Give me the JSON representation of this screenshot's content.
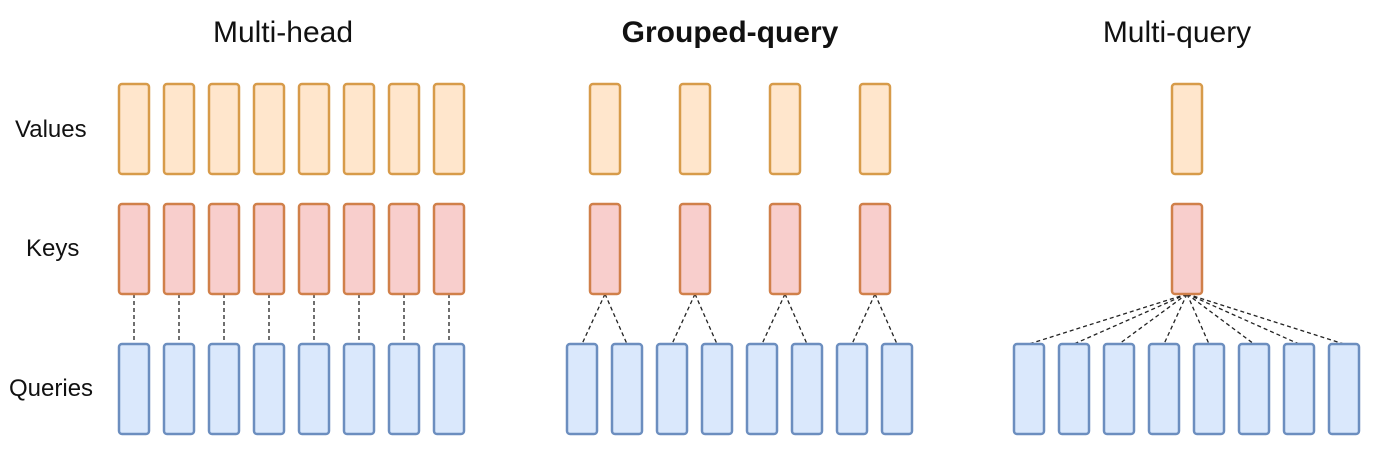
{
  "panels": [
    {
      "id": "multi-head",
      "title": "Multi-head",
      "emphasized": false,
      "value_heads": 8,
      "key_heads": 8,
      "query_heads": 8
    },
    {
      "id": "grouped-query",
      "title": "Grouped-query",
      "emphasized": true,
      "value_heads": 4,
      "key_heads": 4,
      "query_heads": 8
    },
    {
      "id": "multi-query",
      "title": "Multi-query",
      "emphasized": false,
      "value_heads": 1,
      "key_heads": 1,
      "query_heads": 8
    }
  ],
  "row_labels": {
    "values": "Values",
    "keys": "Keys",
    "queries": "Queries"
  },
  "colors": {
    "values_fill": "#FFE6CC",
    "values_stroke": "#D79B4A",
    "keys_fill": "#F8CECC",
    "keys_stroke": "#D0804A",
    "queries_fill": "#DAE8FC",
    "queries_stroke": "#6C8EBF",
    "connector": "#222222"
  }
}
